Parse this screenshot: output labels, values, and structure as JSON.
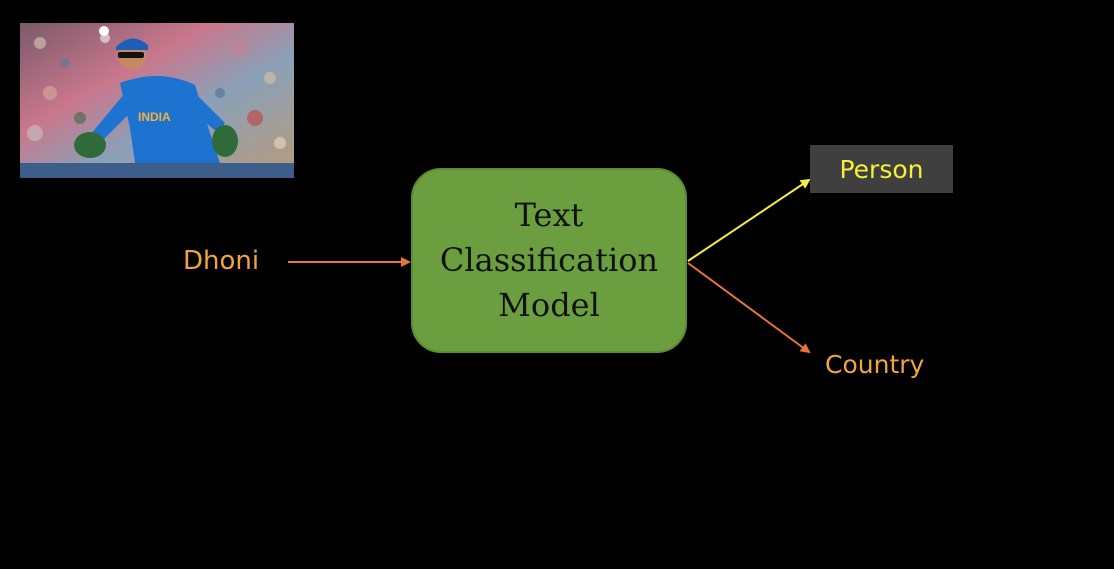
{
  "diagram": {
    "input": {
      "label": "Dhoni"
    },
    "model": {
      "lines": [
        "Text",
        "Classification",
        "Model"
      ]
    },
    "outputs": {
      "person": {
        "label": "Person"
      },
      "country": {
        "label": "Country"
      }
    },
    "photo": {
      "jersey_text": "INDIA"
    }
  },
  "colors": {
    "background": "#000000",
    "input_text": "#f0a43c",
    "model_fill": "#6a9e3f",
    "person_text": "#f5ef3a",
    "person_box": "#3f3f3f",
    "country_text": "#f0a43c",
    "arrow_input": "#e8743a",
    "arrow_person": "#f5ef3a",
    "arrow_country": "#e8743a"
  },
  "icons": {
    "photo": "cricket-player-photo"
  }
}
